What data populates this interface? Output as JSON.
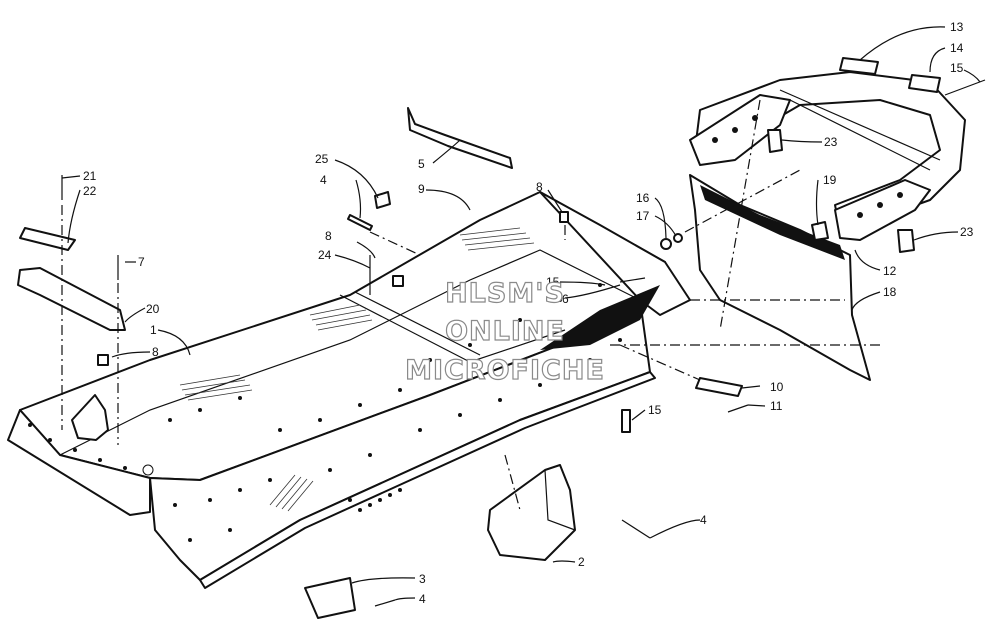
{
  "watermark": {
    "line1": "HLSM'S",
    "line2": "ONLINE",
    "line3": "MICROFICHE"
  },
  "callouts": [
    {
      "id": "c1",
      "text": "1"
    },
    {
      "id": "c2",
      "text": "2"
    },
    {
      "id": "c3",
      "text": "3"
    },
    {
      "id": "c4a",
      "text": "4"
    },
    {
      "id": "c4b",
      "text": "4"
    },
    {
      "id": "c4c",
      "text": "4"
    },
    {
      "id": "c5",
      "text": "5"
    },
    {
      "id": "c6",
      "text": "6"
    },
    {
      "id": "c7",
      "text": "7"
    },
    {
      "id": "c8a",
      "text": "8"
    },
    {
      "id": "c8b",
      "text": "8"
    },
    {
      "id": "c8c",
      "text": "8"
    },
    {
      "id": "c9",
      "text": "9"
    },
    {
      "id": "c10",
      "text": "10"
    },
    {
      "id": "c11",
      "text": "11"
    },
    {
      "id": "c12",
      "text": "12"
    },
    {
      "id": "c13",
      "text": "13"
    },
    {
      "id": "c14",
      "text": "14"
    },
    {
      "id": "c15a",
      "text": "15"
    },
    {
      "id": "c15b",
      "text": "15"
    },
    {
      "id": "c15c",
      "text": "15"
    },
    {
      "id": "c16",
      "text": "16"
    },
    {
      "id": "c17",
      "text": "17"
    },
    {
      "id": "c18",
      "text": "18"
    },
    {
      "id": "c19",
      "text": "19"
    },
    {
      "id": "c20",
      "text": "20"
    },
    {
      "id": "c21",
      "text": "21"
    },
    {
      "id": "c22",
      "text": "22"
    },
    {
      "id": "c23a",
      "text": "23"
    },
    {
      "id": "c23b",
      "text": "23"
    },
    {
      "id": "c24",
      "text": "24"
    },
    {
      "id": "c25",
      "text": "25"
    }
  ]
}
